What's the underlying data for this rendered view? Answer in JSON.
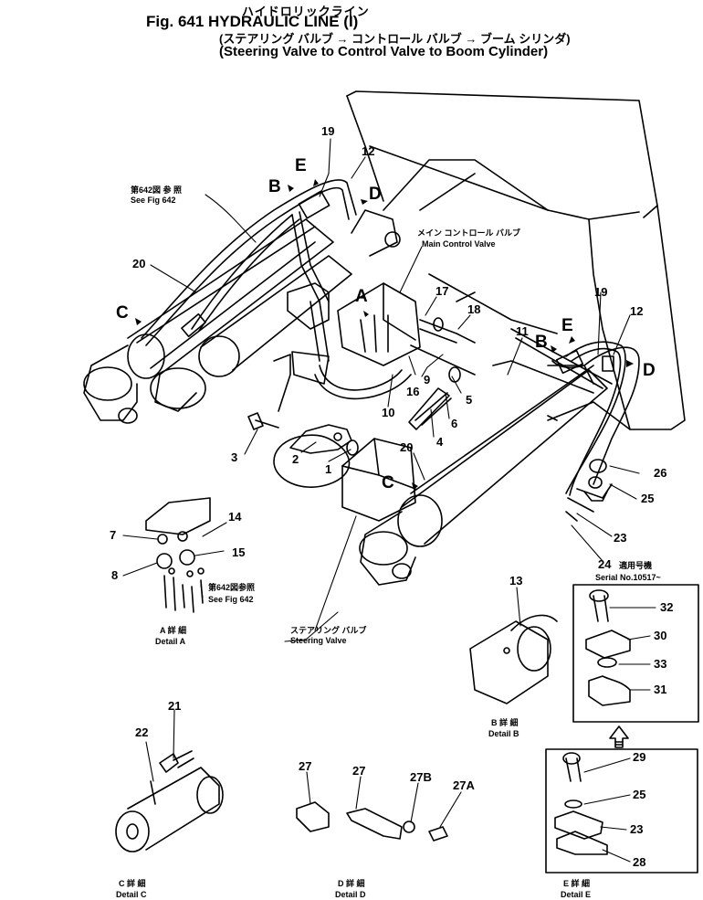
{
  "title": {
    "japanese": "ハイドロリックライン",
    "main": "Fig. 641  HYDRAULIC LINE (I)",
    "sub_japanese": "(ステアリング バルブ → コントロール バルブ → ブーム シリンダ)",
    "sub_english": "(Steering Valve to Control Valve to Boom Cylinder)"
  },
  "callouts": {
    "see_fig_642_jp": "第642図 参 照",
    "see_fig_642": "See Fig 642",
    "main_control_valve_jp": "メイン  コントロール バルブ",
    "main_control_valve": "Main  Control  Valve",
    "steering_valve_jp": "ステアリング  バルブ",
    "steering_valve": "Steering  Valve",
    "detail_a_see_fig_jp": "第642図参照",
    "detail_a_see_fig": "See  Fig  642",
    "serial_jp": "適用号機",
    "serial": "Serial No.10517~"
  },
  "view_letters": {
    "b_left": "B",
    "e_left": "E",
    "d_left": "D",
    "c_left": "C",
    "a": "A",
    "b_right": "B",
    "e_right": "E",
    "d_right": "D",
    "c_mid": "C"
  },
  "part_numbers": {
    "p1": "1",
    "p2": "2",
    "p3": "3",
    "p4": "4",
    "p5": "5",
    "p6": "6",
    "p7": "7",
    "p8": "8",
    "p9": "9",
    "p10": "10",
    "p11": "11",
    "p12a": "12",
    "p12b": "12",
    "p13": "13",
    "p14": "14",
    "p15": "15",
    "p16": "16",
    "p17": "17",
    "p18": "18",
    "p19a": "19",
    "p19b": "19",
    "p20a": "20",
    "p20b": "20",
    "p21": "21",
    "p22": "22",
    "p23a": "23",
    "p23b": "23",
    "p24": "24",
    "p25a": "25",
    "p25b": "25",
    "p26": "26",
    "p27a": "27",
    "p27b": "27",
    "p27B": "27B",
    "p27A": "27A",
    "p28": "28",
    "p29": "29",
    "p30": "30",
    "p31": "31",
    "p32": "32",
    "p33": "33"
  },
  "details": {
    "a_jp": "A  詳  細",
    "a": "Detail  A",
    "b_jp": "B  詳  細",
    "b": "Detail  B",
    "c_jp": "C  詳  細",
    "c": "Detail  C",
    "d_jp": "D  詳  細",
    "d": "Detail  D",
    "e_jp": "E  詳  細",
    "e": "Detail  E"
  }
}
